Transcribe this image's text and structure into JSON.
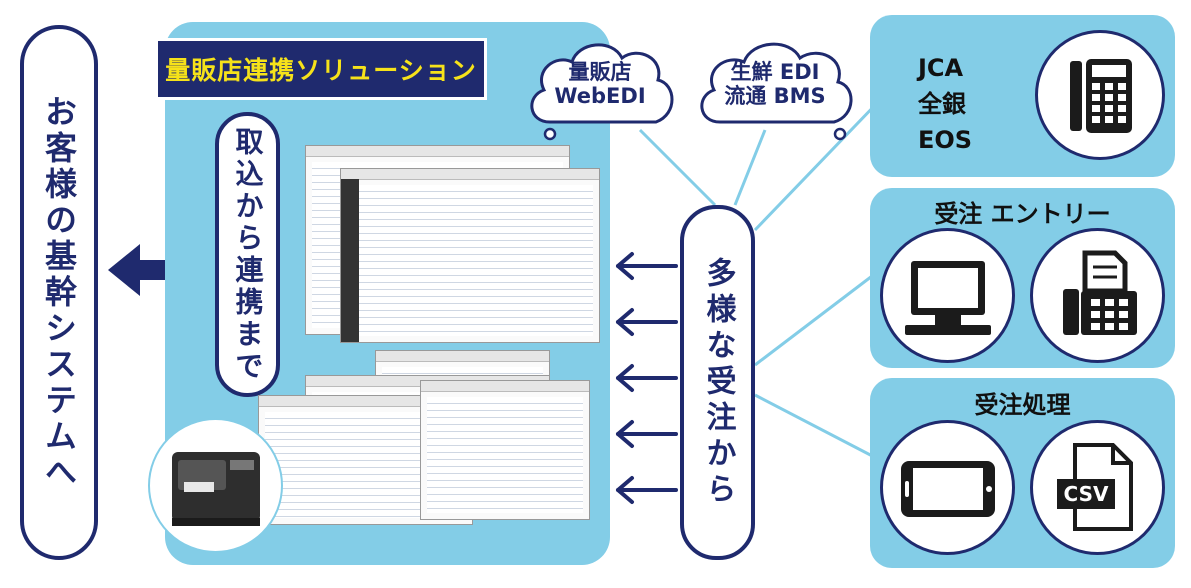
{
  "title": "量販店連携ソリューション",
  "left_pill": "お客様の基幹システムへ",
  "center_pill": "取込から連携まで",
  "right_pill": "多様な受注から",
  "clouds": [
    {
      "line1": "量販店",
      "line2": "WebEDI"
    },
    {
      "line1": "生鮮 EDI",
      "line2": "流通 BMS"
    }
  ],
  "box_jca": {
    "lines": [
      "JCA",
      "全銀",
      "EOS"
    ],
    "icon": "phone-icon"
  },
  "box_entry": {
    "title": "受注 エントリー",
    "icons": [
      "computer-icon",
      "fax-icon"
    ]
  },
  "box_process": {
    "title": "受注処理",
    "icons": [
      "tablet-icon",
      "csv-file-icon"
    ],
    "csv_label": "CSV"
  },
  "printer_icon": "label-printer-icon",
  "colors": {
    "navy": "#1f2a6e",
    "panel": "#83cde7",
    "title_text": "#f6e21a"
  }
}
